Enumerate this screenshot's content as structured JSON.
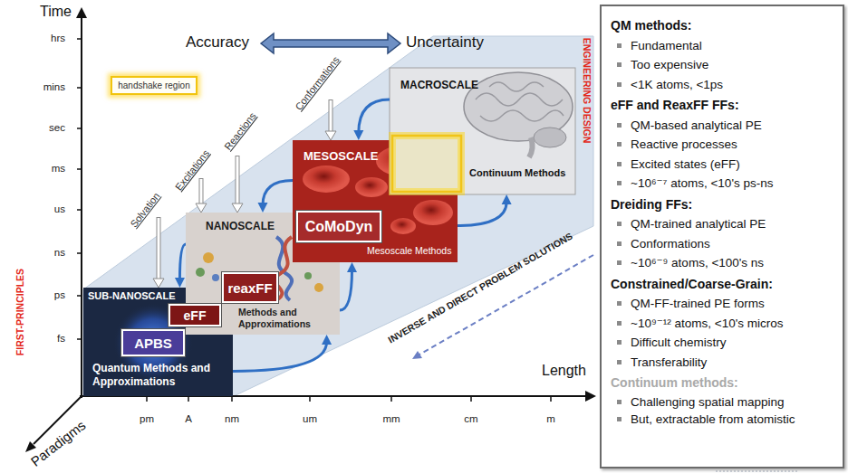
{
  "diagram": {
    "nodes": [
      {
        "text": [
          "handshake region"
        ]
      },
      {
        "text": [
          "SUB-NANOSCALE",
          "Quantum Methods and Approximations"
        ]
      },
      {
        "text": [
          "APBS"
        ],
        "in": 1
      },
      {
        "text": [
          "eFF"
        ]
      },
      {
        "text": [
          "NANOSCALE",
          "Methods and Approximations"
        ]
      },
      {
        "text": [
          "reaxFF"
        ],
        "in": 4
      },
      {
        "text": [
          "MESOSCALE",
          "Mesoscale Methods"
        ]
      },
      {
        "text": [
          "CoMoDyn"
        ],
        "in": 6
      },
      {
        "text": [
          "MACROSCALE",
          "Continuum Methods"
        ]
      },
      {
        "text": [
          "QM methods:",
          "Fundamental",
          "Too expensive",
          "<1K atoms, <1ps",
          "eFF and ReaxFF FFs:",
          "QM-based analytical PE",
          "Reactive processes",
          "Excited states (eFF)",
          "~10⁶⁻⁷ atoms, <10's ps-ns",
          "Dreiding FFs:",
          "QM-trained analytical PE",
          "Conformations",
          "~10⁶⁻⁹ atoms, <100's ns",
          "Constrained/Coarse-Grain:",
          "QM-FF-trained PE forms",
          "~10⁹⁻¹² atoms, <10's micros",
          "Difficult chemistry",
          "Transferability",
          "Continuum methods:",
          "Challenging spatial mapping",
          "But, extractable from atomistic"
        ]
      }
    ],
    "edges": [
      {
        "from": 1,
        "to": 4,
        "arrow": "to"
      },
      {
        "from": 4,
        "to": 6,
        "arrow": "to"
      },
      {
        "from": 6,
        "to": 8,
        "arrow": "to"
      },
      {
        "from": 8,
        "to": 6,
        "arrow": "to"
      },
      {
        "from": 6,
        "to": 4,
        "arrow": "to"
      },
      {
        "from": 4,
        "to": 1,
        "arrow": "to"
      }
    ],
    "labels": [
      "Time",
      "Accuracy",
      "Uncertainty",
      "hrs",
      "mins",
      "sec",
      "ms",
      "us",
      "ns",
      "ps",
      "fs",
      "Solvation",
      "Excitations",
      "Reactions",
      "Conformations",
      "ENGINEERING DESIGN",
      "FIRST-PRINCIPLES",
      "INVERSE AND DIRECT PROBLEM SOLUTIONS",
      "Length",
      "pm",
      "A",
      "nm",
      "um",
      "mm",
      "cm",
      "m",
      "Paradigms"
    ]
  }
}
